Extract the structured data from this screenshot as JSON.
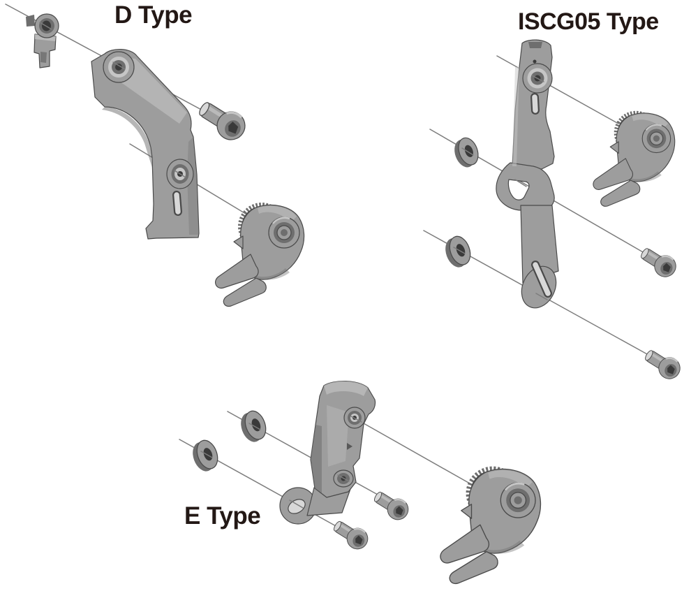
{
  "colors": {
    "background": "#ffffff",
    "label": "#231815",
    "axis_line": "#7d7d7d",
    "part_base": "#9d9d9d",
    "part_light": "#c6c6c6",
    "part_dark": "#6e6e6e",
    "part_outline": "#4a4a4a",
    "hole_dark": "#3a3a3a",
    "recess_light": "#d8d8d8"
  },
  "diagram": {
    "sections": [
      {
        "id": "d-type",
        "label": "D Type"
      },
      {
        "id": "iscg05-type",
        "label": "ISCG05 Type"
      },
      {
        "id": "e-type",
        "label": "E Type"
      }
    ]
  }
}
